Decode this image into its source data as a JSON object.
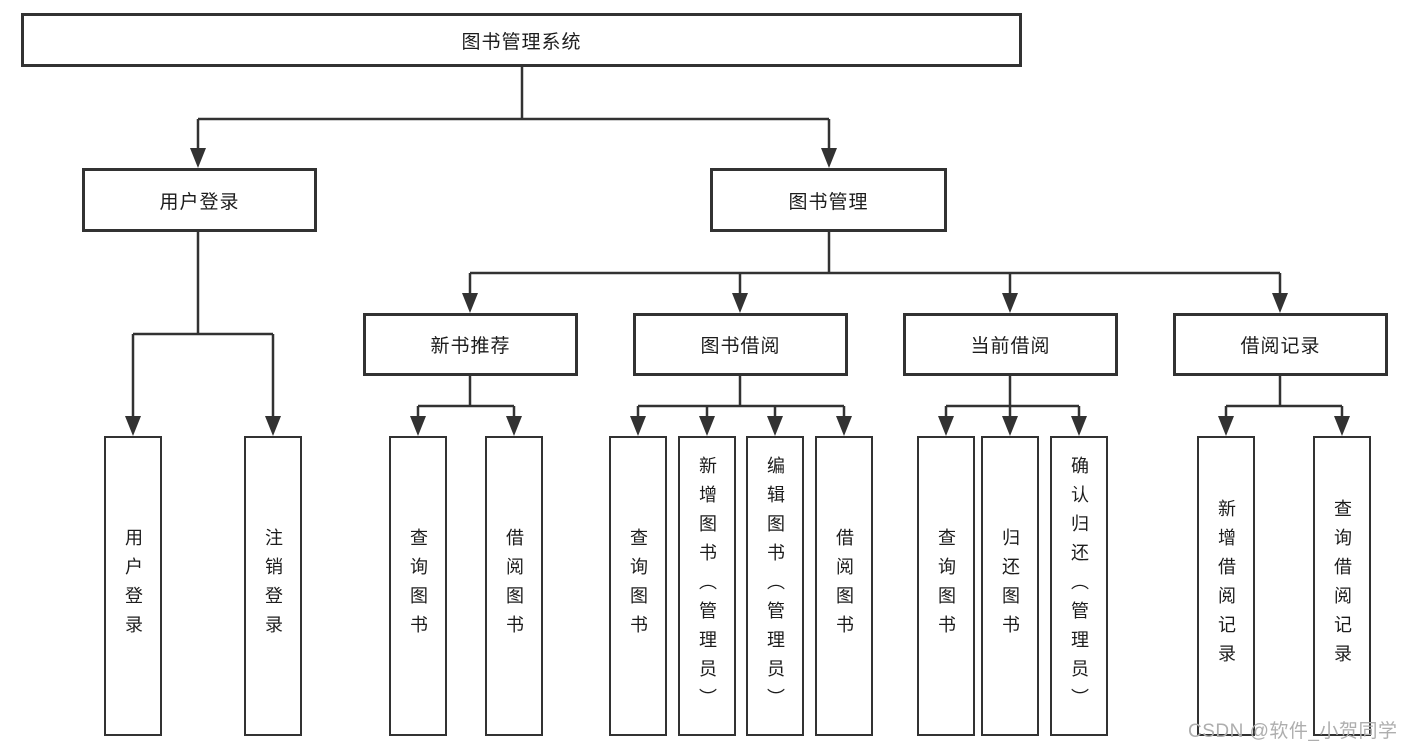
{
  "diagram": {
    "root": {
      "label": "图书管理系统"
    },
    "branches": [
      {
        "label": "用户登录",
        "children": [
          {
            "label": "用户登录"
          },
          {
            "label": "注销登录"
          }
        ]
      },
      {
        "label": "图书管理",
        "children": [
          {
            "label": "新书推荐",
            "children": [
              {
                "label": "查询图书"
              },
              {
                "label": "借阅图书"
              }
            ]
          },
          {
            "label": "图书借阅",
            "children": [
              {
                "label": "查询图书"
              },
              {
                "label": "新增图书（管理员）"
              },
              {
                "label": "编辑图书（管理员）"
              },
              {
                "label": "借阅图书"
              }
            ]
          },
          {
            "label": "当前借阅",
            "children": [
              {
                "label": "查询图书"
              },
              {
                "label": "归还图书"
              },
              {
                "label": "确认归还（管理员）"
              }
            ]
          },
          {
            "label": "借阅记录",
            "children": [
              {
                "label": "新增借阅记录"
              },
              {
                "label": "查询借阅记录"
              }
            ]
          }
        ]
      }
    ]
  },
  "watermark": {
    "text": "CSDN @软件_小贺同学"
  },
  "colors": {
    "line": "#323232",
    "box_border": "#323232",
    "text": "#1c1c1c",
    "watermark": "#aeaeae",
    "background": "#ffffff"
  }
}
